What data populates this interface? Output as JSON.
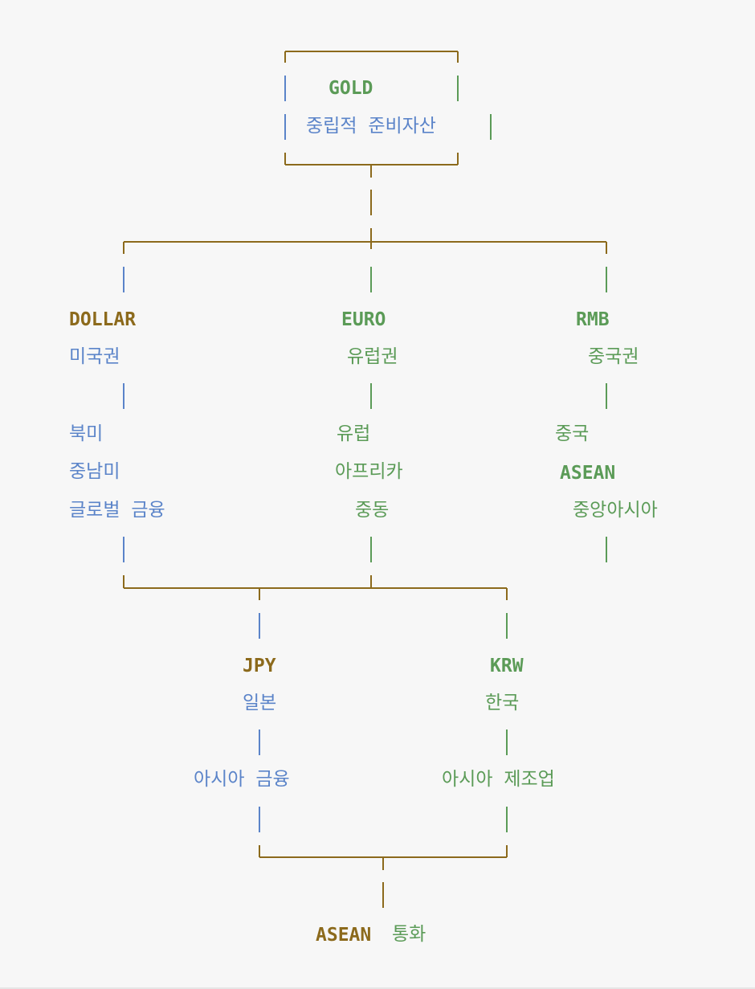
{
  "colors": {
    "gold": "#8c6a1c",
    "green": "#5b9b57",
    "blue": "#5b84c9",
    "background": "#f7f7f7"
  },
  "root": {
    "code": "GOLD",
    "desc": "중립적 준비자산"
  },
  "tier1": {
    "dollar": {
      "code": "DOLLAR",
      "zone": "미국권",
      "regions": [
        "북미",
        "중남미",
        "글로벌 금융"
      ]
    },
    "euro": {
      "code": "EURO",
      "zone": "유럽권",
      "regions": [
        "유럽",
        "아프리카",
        "중동"
      ]
    },
    "rmb": {
      "code": "RMB",
      "zone": "중국권",
      "regions": [
        "중국",
        "ASEAN",
        "중앙아시아"
      ]
    }
  },
  "tier2": {
    "jpy": {
      "code": "JPY",
      "country": "일본",
      "role": "아시아 금융"
    },
    "krw": {
      "code": "KRW",
      "country": "한국",
      "role": "아시아 제조업"
    }
  },
  "result": {
    "code": "ASEAN",
    "label": "통화"
  }
}
